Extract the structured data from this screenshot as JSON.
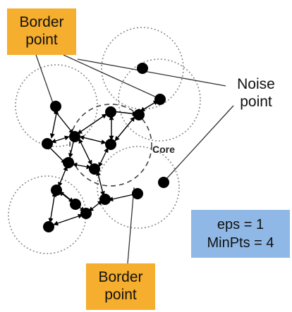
{
  "labels": {
    "border_top_line1": "Border",
    "border_top_line2": "point",
    "border_bottom_line1": "Border",
    "border_bottom_line2": "point",
    "noise_line1": "Noise",
    "noise_line2": "point",
    "core": "Core"
  },
  "params": {
    "eps": "eps = 1",
    "minpts": "MinPts = 4"
  },
  "colors": {
    "label_box": "#f5ae2e",
    "params_box": "#8fb8e6",
    "point": "#000000",
    "circle": "#888888"
  }
}
